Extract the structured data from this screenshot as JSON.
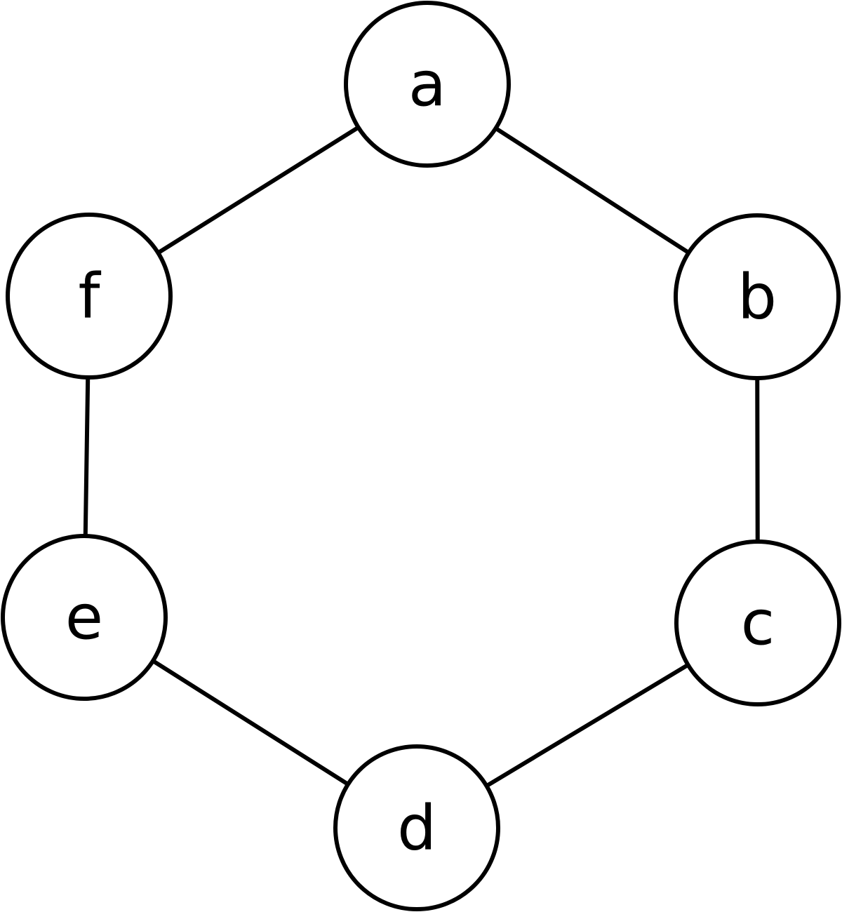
{
  "diagram": {
    "nodes": [
      {
        "id": "a",
        "label": "a"
      },
      {
        "id": "b",
        "label": "b"
      },
      {
        "id": "c",
        "label": "c"
      },
      {
        "id": "d",
        "label": "d"
      },
      {
        "id": "e",
        "label": "e"
      },
      {
        "id": "f",
        "label": "f"
      }
    ],
    "edges": [
      {
        "from": "a",
        "to": "b"
      },
      {
        "from": "b",
        "to": "c"
      },
      {
        "from": "c",
        "to": "d"
      },
      {
        "from": "d",
        "to": "e"
      },
      {
        "from": "e",
        "to": "f"
      },
      {
        "from": "f",
        "to": "a"
      }
    ]
  }
}
